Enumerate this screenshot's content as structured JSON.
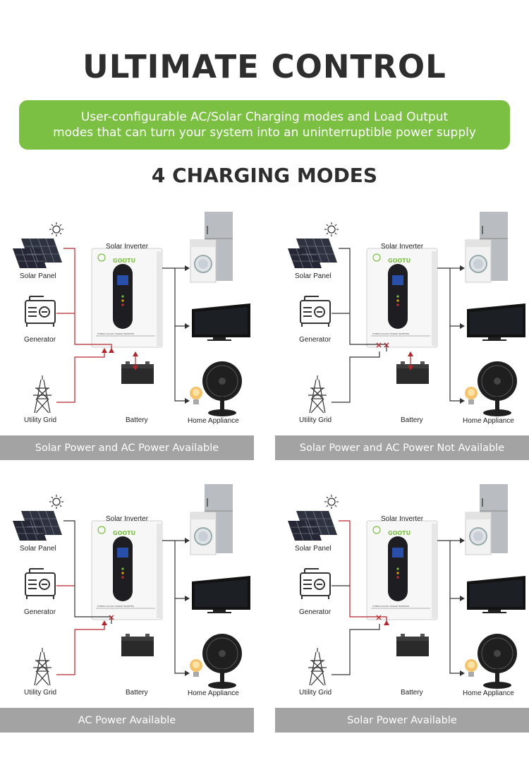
{
  "header": {
    "title": "ULTIMATE CONTROL",
    "banner_line1": "User-configurable AC/Solar Charging modes and Load Output",
    "banner_line2": "modes that can turn your system into an uninterruptible power supply",
    "subtitle": "4 CHARGING MODES"
  },
  "labels": {
    "solar_panel": "Solar Panel",
    "generator": "Generator",
    "utility_grid": "Utility Grid",
    "solar_inverter": "Solar Inverter",
    "battery": "Battery",
    "home_appliance": "Home Appliance",
    "brand": "GOOTU",
    "inverter_text": "HYBRID SOLAR CHARGE INVERTER"
  },
  "modes": [
    {
      "caption": "Solar Power and AC Power Available",
      "solar_active": true,
      "ac_active": true,
      "battery_active": true
    },
    {
      "caption": "Solar Power and AC Power Not Available",
      "solar_active": false,
      "ac_active": false,
      "battery_active": true
    },
    {
      "caption": "AC Power Available",
      "solar_active": false,
      "ac_active": true,
      "battery_active": false
    },
    {
      "caption": "Solar Power Available",
      "solar_active": true,
      "ac_active": false,
      "battery_active": false
    }
  ],
  "colors": {
    "green": "#7cc043",
    "red_line": "#b3262c",
    "dark_line": "#333333",
    "caption_bg": "#a3a3a3"
  }
}
